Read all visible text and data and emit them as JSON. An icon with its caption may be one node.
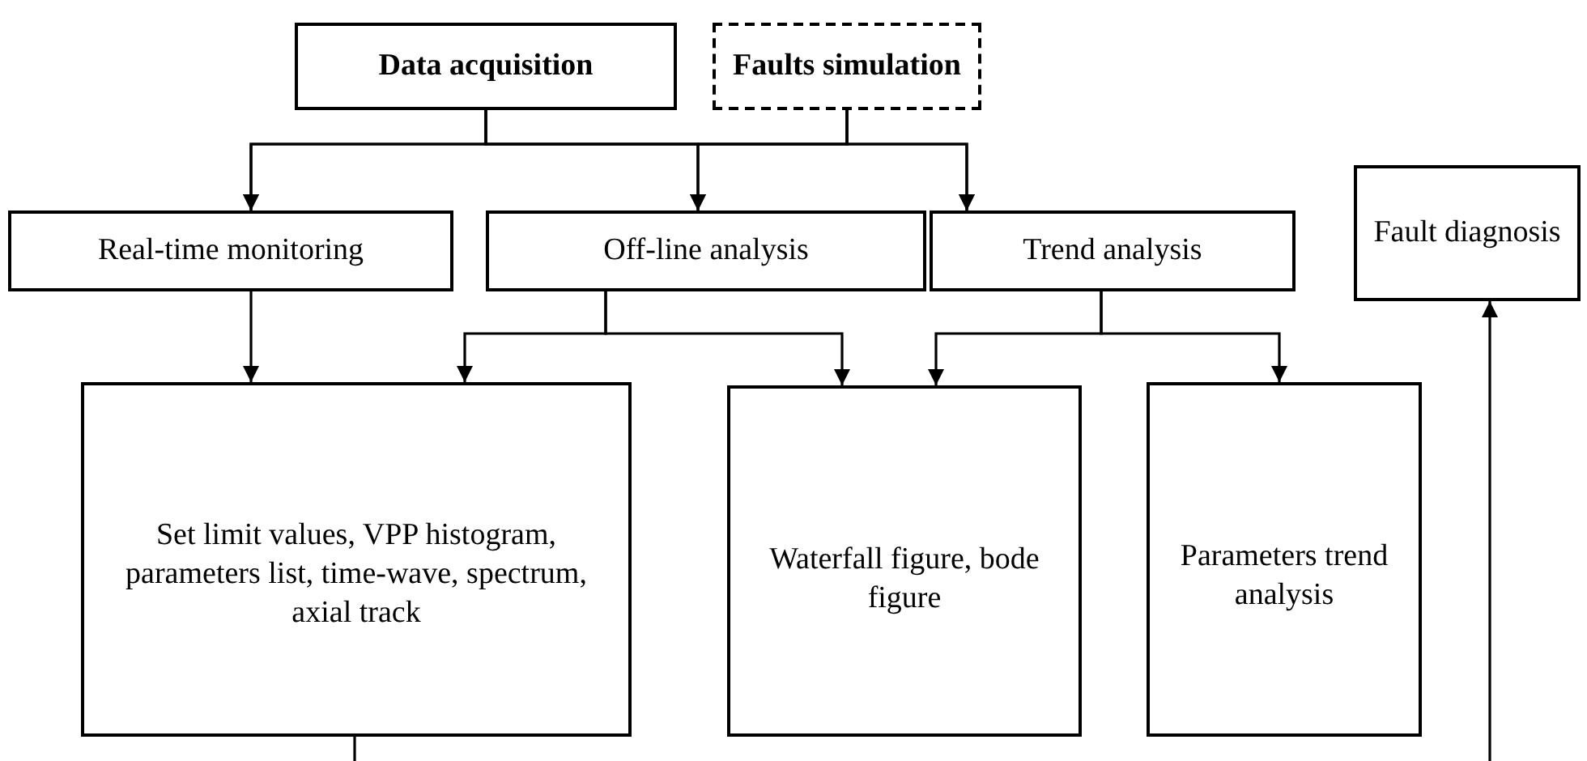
{
  "diagram": {
    "nodes": [
      {
        "text": [
          "Data acquisition"
        ]
      },
      {
        "text": [
          "Faults simulation"
        ]
      },
      {
        "text": [
          "Real-time monitoring"
        ]
      },
      {
        "text": [
          "Off-line analysis"
        ]
      },
      {
        "text": [
          "Trend analysis"
        ]
      },
      {
        "text": [
          "Fault diagnosis"
        ]
      },
      {
        "text": [
          "Set limit values, VPP histogram, parameters list, time-wave, spectrum, axial track"
        ]
      },
      {
        "text": [
          "Waterfall figure, bode figure"
        ]
      },
      {
        "text": [
          "Parameters trend analysis"
        ]
      }
    ],
    "edges": [
      {
        "from": 0,
        "to": 2,
        "arrow": "to"
      },
      {
        "from": 0,
        "to": 3,
        "arrow": "to"
      },
      {
        "from": 0,
        "to": 4,
        "arrow": "to"
      },
      {
        "from": 1,
        "to": 2,
        "arrow": "to"
      },
      {
        "from": 1,
        "to": 3,
        "arrow": "to"
      },
      {
        "from": 1,
        "to": 4,
        "arrow": "to"
      },
      {
        "from": 2,
        "to": 6,
        "arrow": "to"
      },
      {
        "from": 3,
        "to": 6,
        "arrow": "to"
      },
      {
        "from": 3,
        "to": 7,
        "arrow": "to"
      },
      {
        "from": 4,
        "to": 7,
        "arrow": "to"
      },
      {
        "from": 4,
        "to": 8,
        "arrow": "to"
      },
      {
        "from": 6,
        "to": null,
        "arrow": "none"
      },
      {
        "from": null,
        "to": 5,
        "arrow": "to"
      }
    ]
  }
}
